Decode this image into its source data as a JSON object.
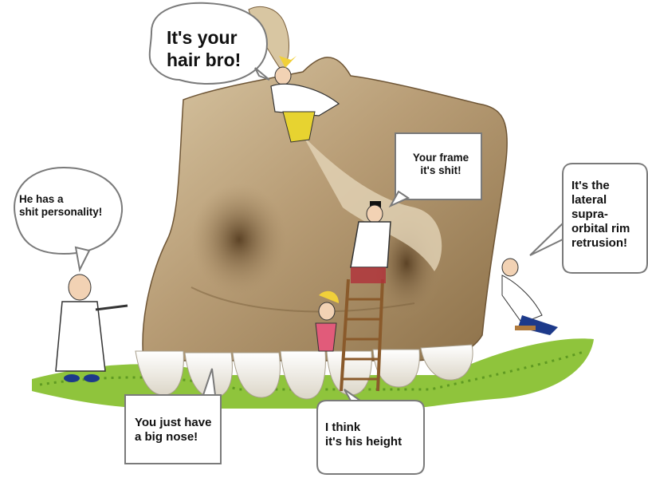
{
  "colors": {
    "bone": "#b9a07c",
    "bone_dark": "#7a5f3c",
    "bone_light": "#e3d5b8",
    "teeth": "#f4f1ea",
    "grass": "#8fc43c",
    "grass_dark": "#5f9a22",
    "bubble_fill": "#ffffff",
    "bubble_stroke": "#7a7a7a"
  },
  "bubbles": {
    "hair": {
      "lines": [
        "It's your",
        "hair bro!"
      ]
    },
    "frame": {
      "lines": [
        "Your frame",
        "it's shit!"
      ]
    },
    "personality": {
      "lines": [
        "He has a",
        "shit personality!"
      ]
    },
    "rim": {
      "lines": [
        "It's the",
        "lateral",
        "supra-",
        "orbital rim",
        "retrusion!"
      ]
    },
    "nose": {
      "lines": [
        "You just have",
        "a big nose!"
      ]
    },
    "height": {
      "lines": [
        "I think",
        "it's his height"
      ]
    }
  }
}
